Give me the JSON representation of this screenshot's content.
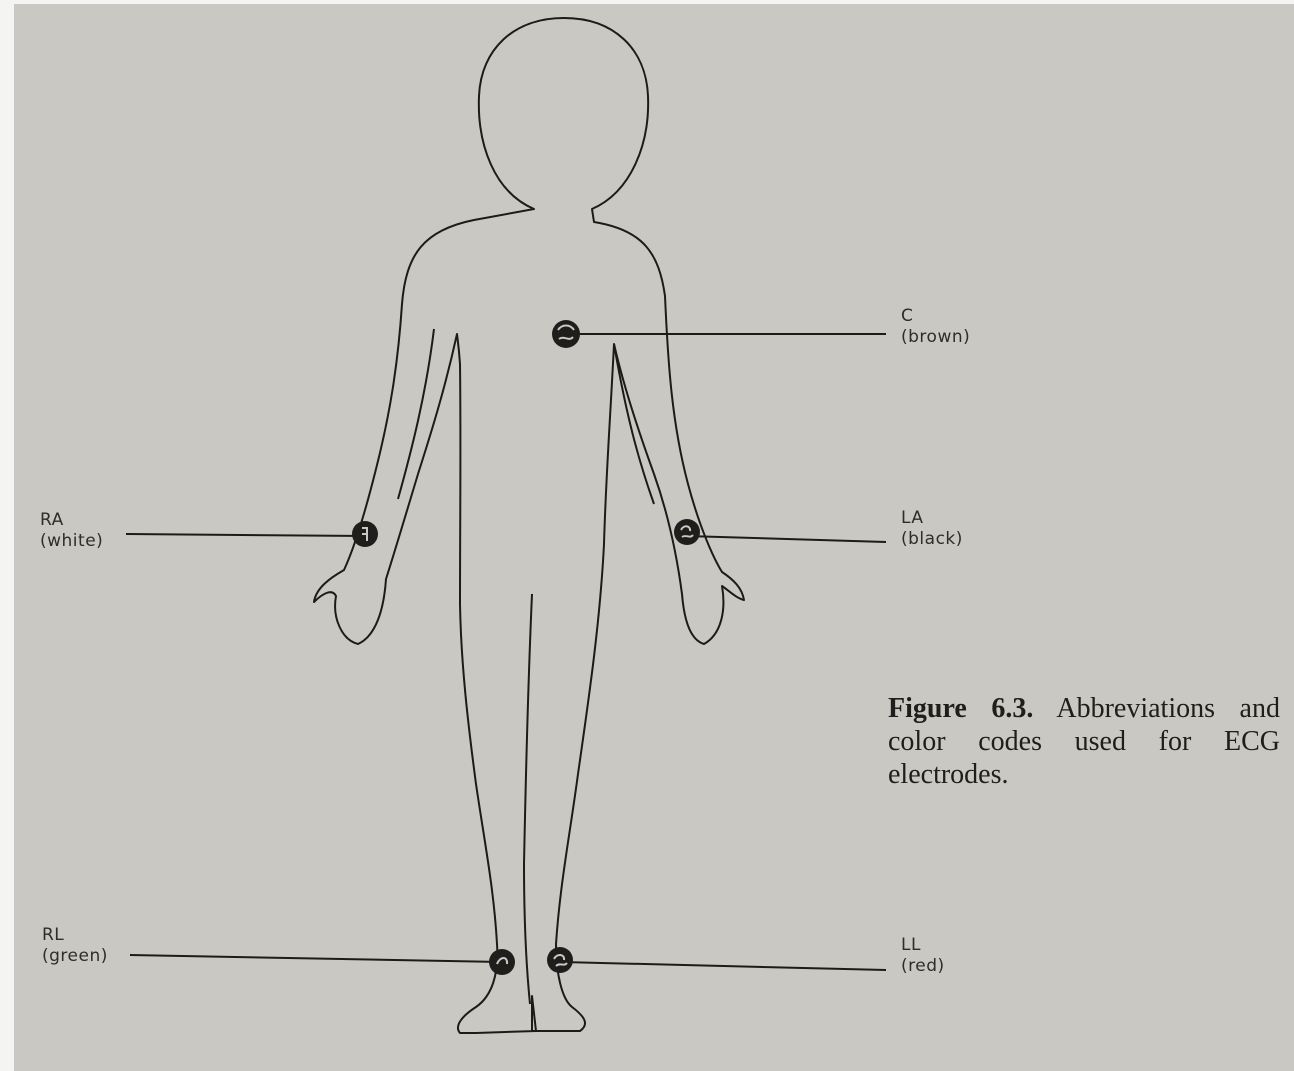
{
  "electrodes": {
    "c": {
      "abbr": "C",
      "color": "(brown)"
    },
    "ra": {
      "abbr": "RA",
      "color": "(white)"
    },
    "la": {
      "abbr": "LA",
      "color": "(black)"
    },
    "rl": {
      "abbr": "RL",
      "color": "(green)"
    },
    "ll": {
      "abbr": "LL",
      "color": "(red)"
    }
  },
  "caption": {
    "label": "Figure 6.3.",
    "text": "Abbreviations and color codes used for ECG electrodes."
  }
}
